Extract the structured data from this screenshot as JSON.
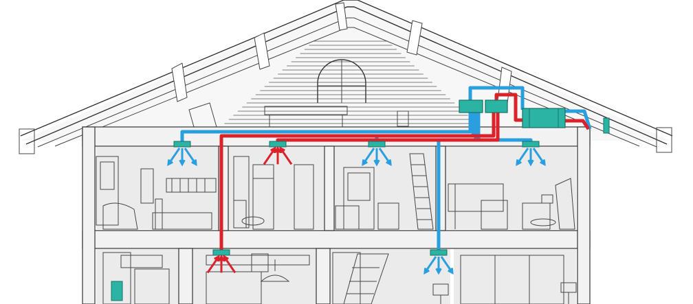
{
  "colors": {
    "supply_air": "#2a9fdf",
    "extract_air": "#d9222a",
    "unit": "#2bb3a3",
    "linework": "#333333",
    "room_fill": "#ebebeb"
  },
  "components": {
    "ventilation_unit": "ventilation-unit-icon",
    "distribution_box_supply": "distribution-box-icon",
    "distribution_box_extract": "distribution-box-icon",
    "roof_vent": "roof-vent-icon",
    "wall_control": "control-panel-icon"
  },
  "vents": [
    {
      "id": "vent-upper-1",
      "air": "supply"
    },
    {
      "id": "vent-upper-2",
      "air": "extract"
    },
    {
      "id": "vent-upper-3",
      "air": "supply"
    },
    {
      "id": "vent-upper-4",
      "air": "supply"
    },
    {
      "id": "vent-lower-1",
      "air": "extract"
    },
    {
      "id": "vent-lower-2",
      "air": "supply"
    }
  ]
}
